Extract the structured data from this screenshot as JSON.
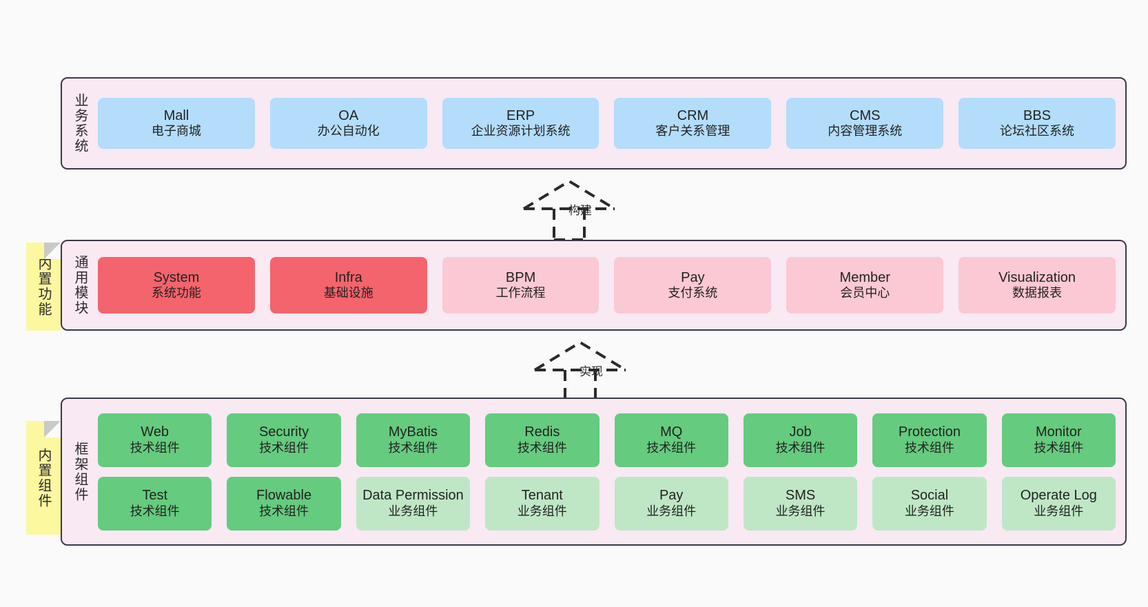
{
  "diagram": {
    "background_color": "#fafafa",
    "container_fill": "#f8e9f3",
    "container_border": "#3d3846",
    "note_fill": "#fcf8a0",
    "accent_blue": "#b3ddfa",
    "accent_red": "#f4646c",
    "accent_pink": "#fbc9d3",
    "accent_green": "#65cb7e",
    "accent_light_green": "#bfe7c6"
  },
  "layers": {
    "business": {
      "title": "业务系统",
      "cards": [
        {
          "name": "Mall",
          "desc": "电子商城"
        },
        {
          "name": "OA",
          "desc": "办公自动化"
        },
        {
          "name": "ERP",
          "desc": "企业资源计划系统"
        },
        {
          "name": "CRM",
          "desc": "客户关系管理"
        },
        {
          "name": "CMS",
          "desc": "内容管理系统"
        },
        {
          "name": "BBS",
          "desc": "论坛社区系统"
        }
      ]
    },
    "module": {
      "title": "通用模块",
      "note": "内置功能",
      "cards": [
        {
          "name": "System",
          "desc": "系统功能"
        },
        {
          "name": "Infra",
          "desc": "基础设施"
        },
        {
          "name": "BPM",
          "desc": "工作流程"
        },
        {
          "name": "Pay",
          "desc": "支付系统"
        },
        {
          "name": "Member",
          "desc": "会员中心"
        },
        {
          "name": "Visualization",
          "desc": "数据报表"
        }
      ]
    },
    "framework": {
      "title": "框架组件",
      "note": "内置组件",
      "row1": [
        {
          "name": "Web",
          "desc": "技术组件"
        },
        {
          "name": "Security",
          "desc": "技术组件"
        },
        {
          "name": "MyBatis",
          "desc": "技术组件"
        },
        {
          "name": "Redis",
          "desc": "技术组件"
        },
        {
          "name": "MQ",
          "desc": "技术组件"
        },
        {
          "name": "Job",
          "desc": "技术组件"
        },
        {
          "name": "Protection",
          "desc": "技术组件"
        },
        {
          "name": "Monitor",
          "desc": "技术组件"
        }
      ],
      "row2": [
        {
          "name": "Test",
          "desc": "技术组件"
        },
        {
          "name": "Flowable",
          "desc": "技术组件"
        },
        {
          "name": "Data Permission",
          "desc": "业务组件"
        },
        {
          "name": "Tenant",
          "desc": "业务组件"
        },
        {
          "name": "Pay",
          "desc": "业务组件"
        },
        {
          "name": "SMS",
          "desc": "业务组件"
        },
        {
          "name": "Social",
          "desc": "业务组件"
        },
        {
          "name": "Operate Log",
          "desc": "业务组件"
        }
      ]
    }
  },
  "connectors": [
    {
      "id": "build",
      "label": "构建"
    },
    {
      "id": "implement",
      "label": "实现"
    }
  ]
}
